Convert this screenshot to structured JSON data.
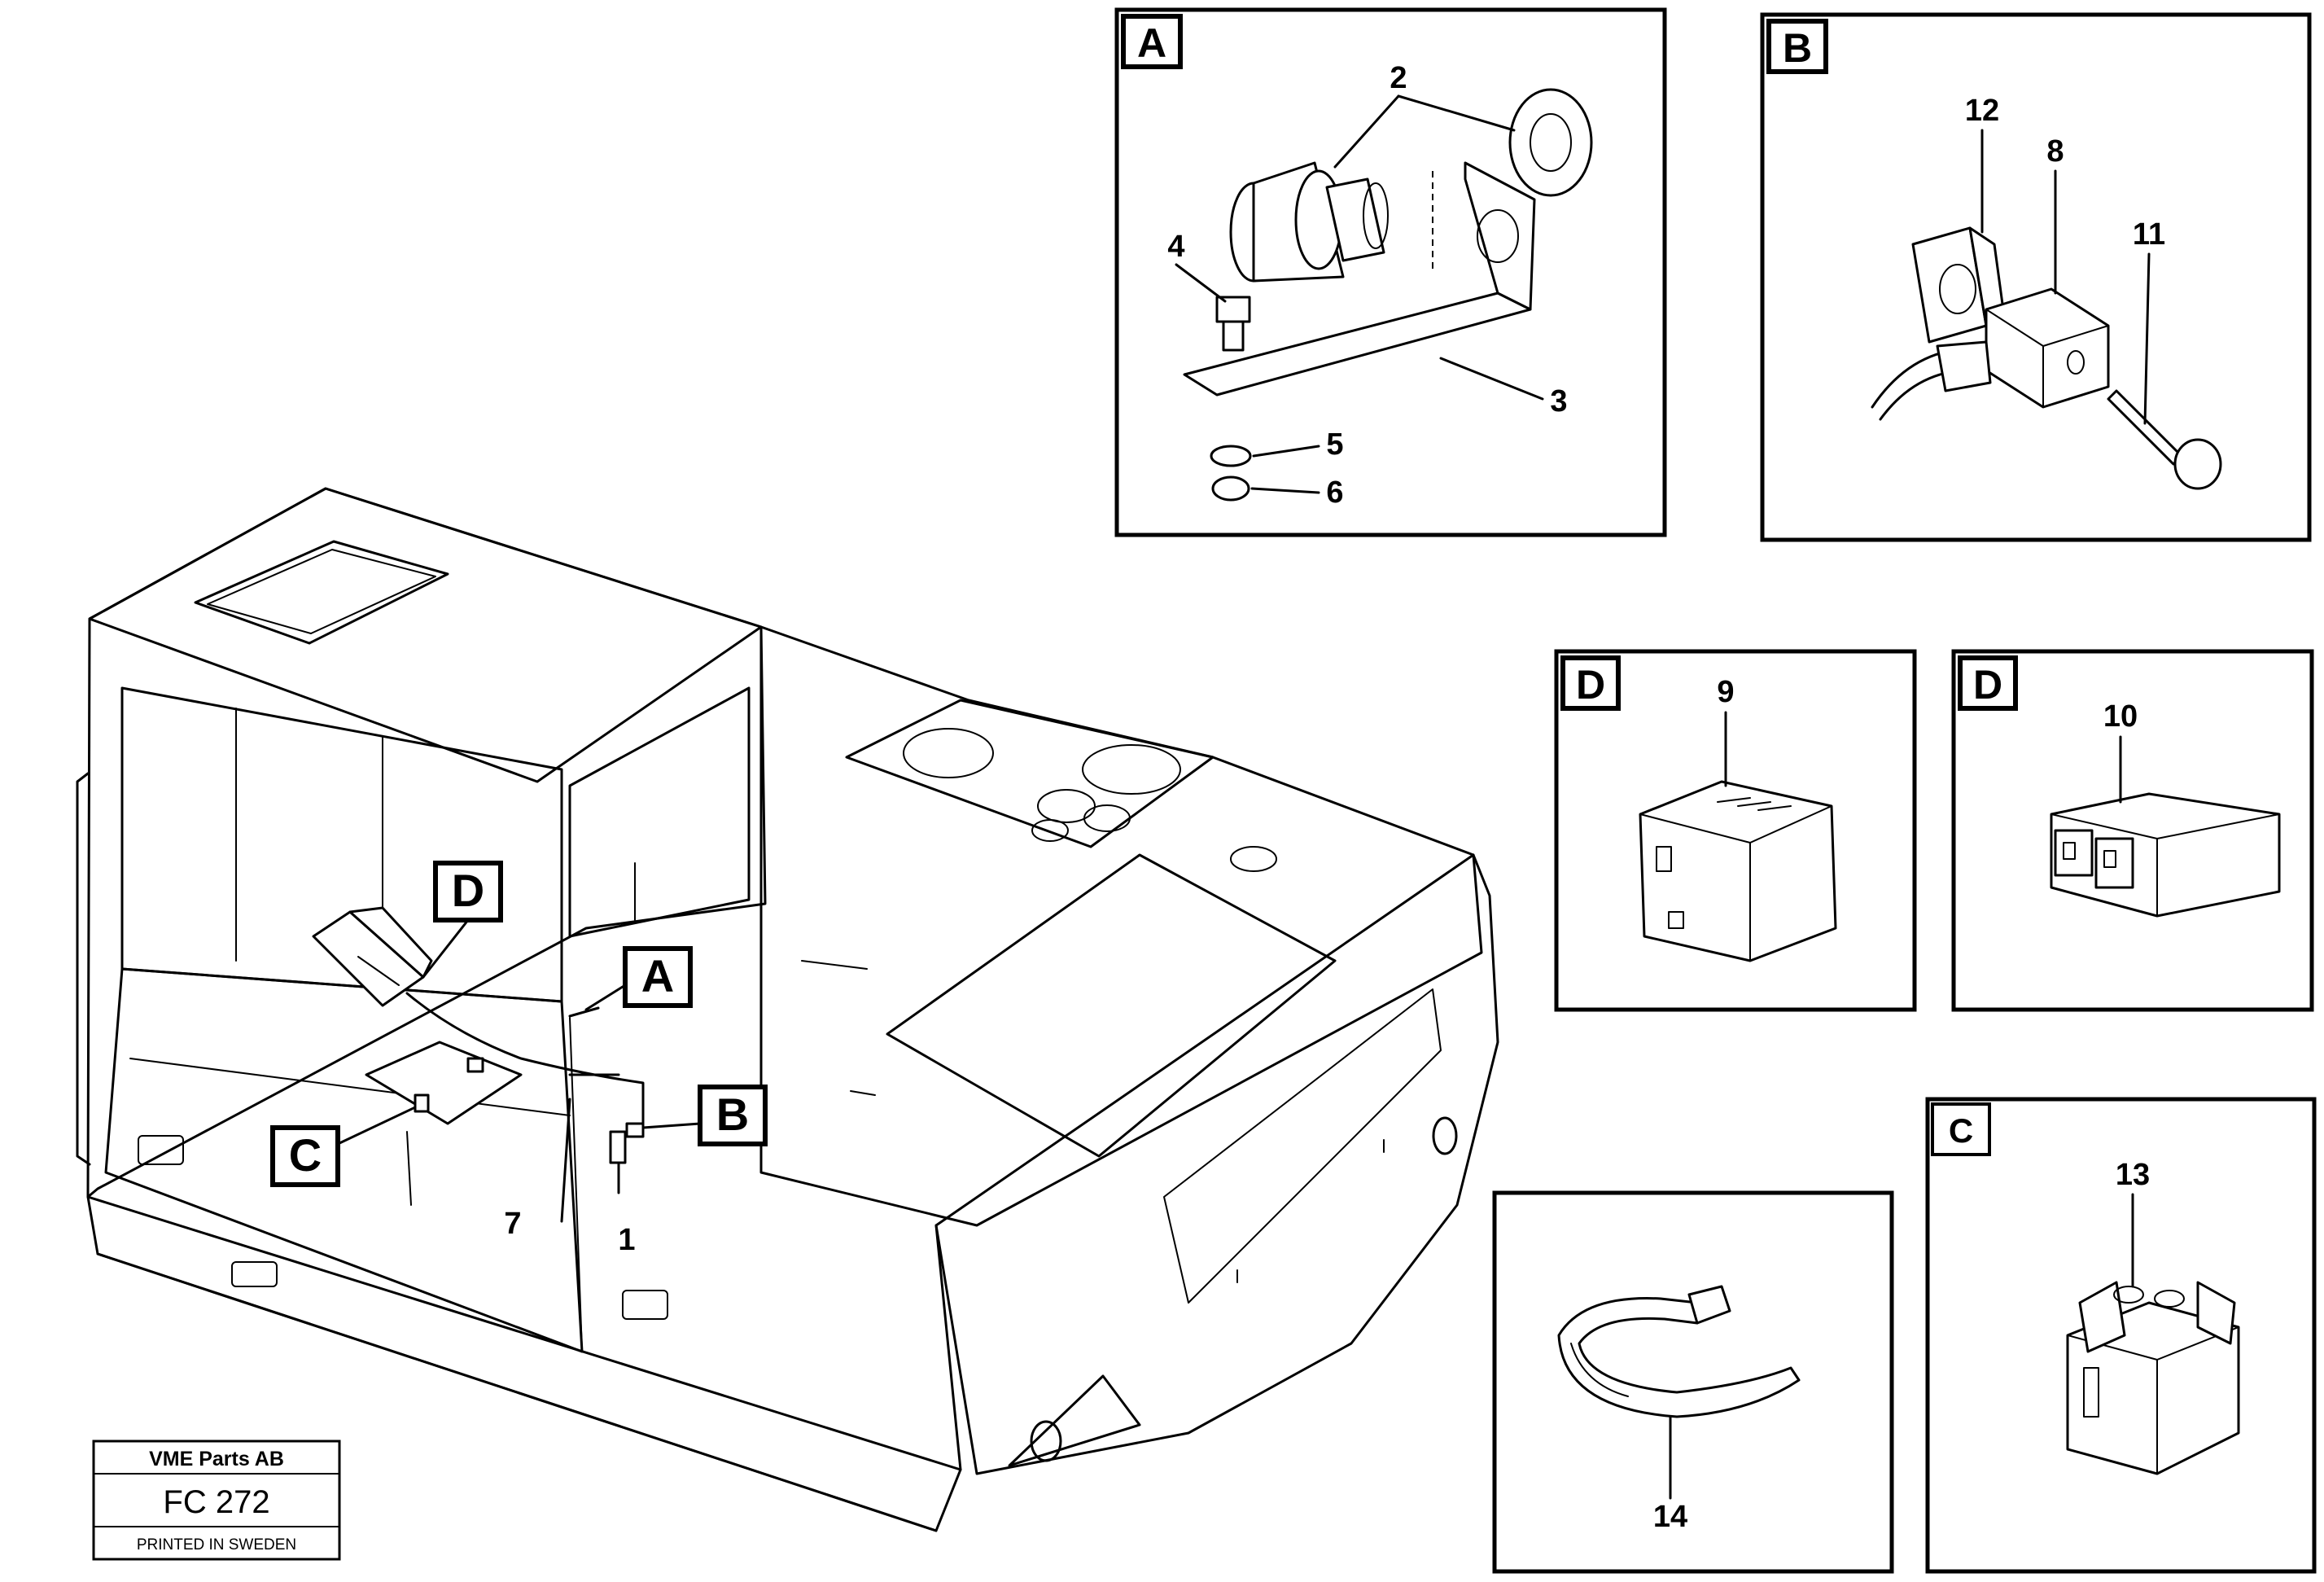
{
  "title_block": {
    "company": "VME Parts AB",
    "code": "FC 272",
    "printed": "PRINTED IN SWEDEN"
  },
  "panels": {
    "A": {
      "tag": "A",
      "parts": [
        "2",
        "4",
        "3",
        "5",
        "6"
      ]
    },
    "B": {
      "tag": "B",
      "parts": [
        "12",
        "8",
        "11"
      ]
    },
    "D1": {
      "tag": "D",
      "parts": [
        "9"
      ]
    },
    "D2": {
      "tag": "D",
      "parts": [
        "10"
      ]
    },
    "C": {
      "tag": "C",
      "parts": [
        "13"
      ]
    },
    "tie": {
      "parts": [
        "14"
      ]
    }
  },
  "main_callouts": {
    "D": "D",
    "A": "A",
    "B": "B",
    "C": "C",
    "p7": "7",
    "p1": "1"
  }
}
